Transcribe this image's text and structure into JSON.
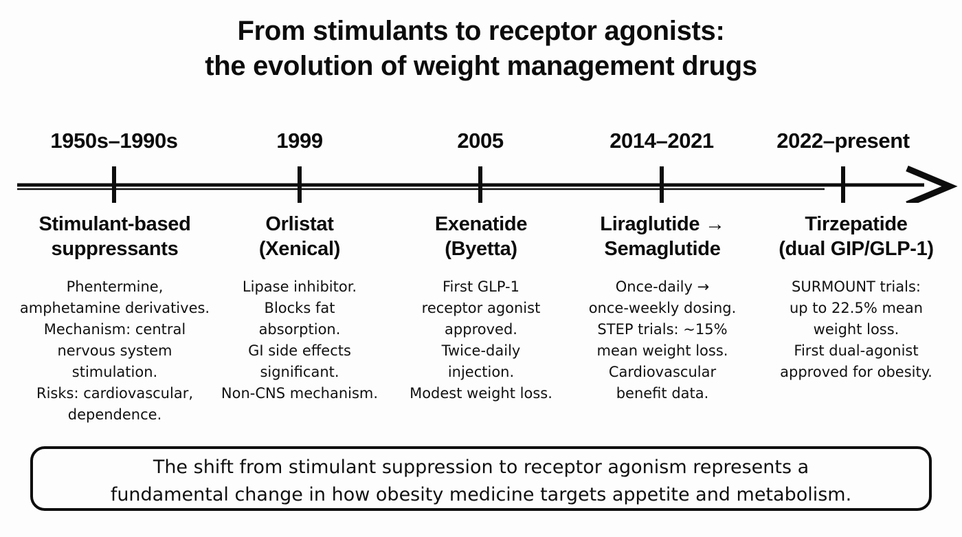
{
  "title": {
    "line1": "From stimulants to receptor agonists:",
    "line2": "the evolution of weight management drugs"
  },
  "timeline": {
    "axis_color": "#0d0d0d",
    "arrow_icon": "arrow-right-icon",
    "eras": [
      {
        "year": "1950s–1990s",
        "heading_line1": "Stimulant-based",
        "heading_line2": "suppressants",
        "body": [
          "Phentermine,",
          "amphetamine derivatives.",
          "Mechanism: central",
          "nervous system",
          "stimulation.",
          "Risks: cardiovascular,",
          "dependence."
        ]
      },
      {
        "year": "1999",
        "heading_line1": "Orlistat",
        "heading_line2": "(Xenical)",
        "body": [
          "Lipase inhibitor.",
          "Blocks fat",
          "absorption.",
          "GI side effects",
          "significant.",
          "Non-CNS mechanism."
        ]
      },
      {
        "year": "2005",
        "heading_line1": "Exenatide",
        "heading_line2": "(Byetta)",
        "body": [
          "First GLP-1",
          "receptor agonist",
          "approved.",
          "Twice-daily",
          "injection.",
          "Modest weight loss."
        ]
      },
      {
        "year": "2014–2021",
        "heading_line1": "Liraglutide →",
        "heading_line2": "Semaglutide",
        "body": [
          "Once-daily →",
          "once-weekly dosing.",
          "STEP trials: ~15%",
          "mean weight loss.",
          "Cardiovascular",
          "benefit data."
        ]
      },
      {
        "year": "2022–present",
        "heading_line1": "Tirzepatide",
        "heading_line2": "(dual GIP/GLP-1)",
        "body": [
          "SURMOUNT trials:",
          "up to 22.5% mean",
          "weight loss.",
          "First dual-agonist",
          "approved for obesity."
        ]
      }
    ]
  },
  "callout": {
    "line1": "The shift from stimulant suppression to receptor agonism represents a",
    "line2": "fundamental change in how obesity medicine targets appetite and metabolism."
  },
  "colors": {
    "background": "#fdfdfd",
    "ink": "#111111"
  }
}
